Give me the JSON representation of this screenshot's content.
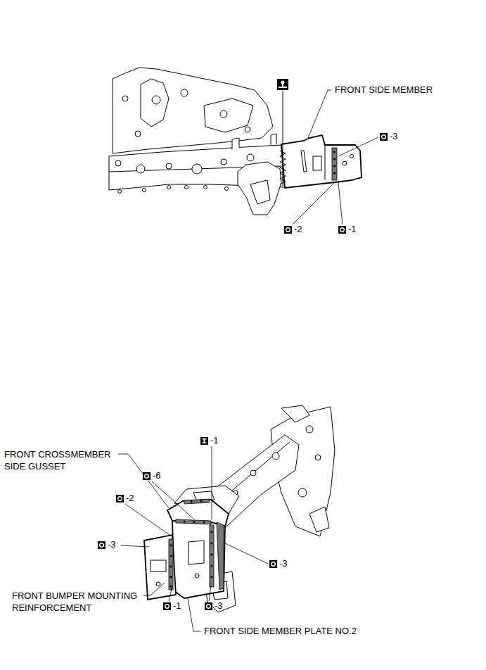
{
  "diagram": {
    "labels": [
      "FRONT SIDE MEMBER",
      "-3",
      "-2",
      "-1",
      "FRONT CROSSMEMBER SIDE GUSSET",
      "-1",
      "-6",
      "-2",
      "-3",
      "-3",
      "FRONT BUMPER MOUNTING REINFORCEMENT",
      "-1",
      "-3",
      "FRONT SIDE MEMBER PLATE NO.2"
    ]
  }
}
